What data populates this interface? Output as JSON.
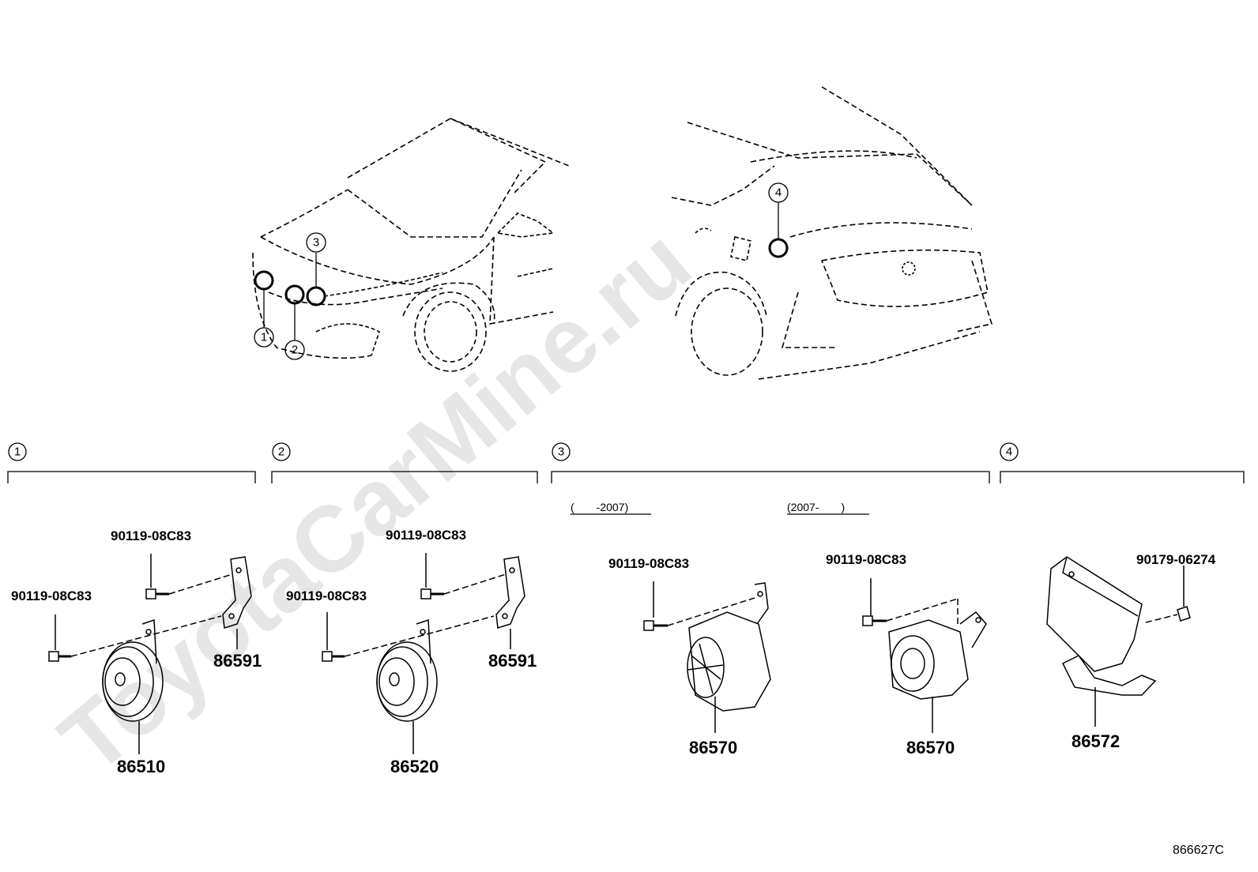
{
  "watermark": "ToyotaCarMine.ru",
  "diagram_code": "866627C",
  "front_view_callouts": [
    "1",
    "2",
    "3"
  ],
  "rear_view_callouts": [
    "4"
  ],
  "sections": [
    {
      "index": "1",
      "parts": [
        {
          "label": "90119-08C83"
        },
        {
          "label": "90119-08C83"
        },
        {
          "label": "86591"
        },
        {
          "label": "86510"
        }
      ]
    },
    {
      "index": "2",
      "parts": [
        {
          "label": "90119-08C83"
        },
        {
          "label": "90119-08C83"
        },
        {
          "label": "86591"
        },
        {
          "label": "86520"
        }
      ]
    },
    {
      "index": "3",
      "ranges": [
        "(　　-2007)",
        "(2007-　　)"
      ],
      "parts": [
        {
          "label": "90119-08C83"
        },
        {
          "label": "86570"
        },
        {
          "label": "90119-08C83"
        },
        {
          "label": "86570"
        }
      ]
    },
    {
      "index": "4",
      "parts": [
        {
          "label": "90179-06274"
        },
        {
          "label": "86572"
        }
      ]
    }
  ]
}
